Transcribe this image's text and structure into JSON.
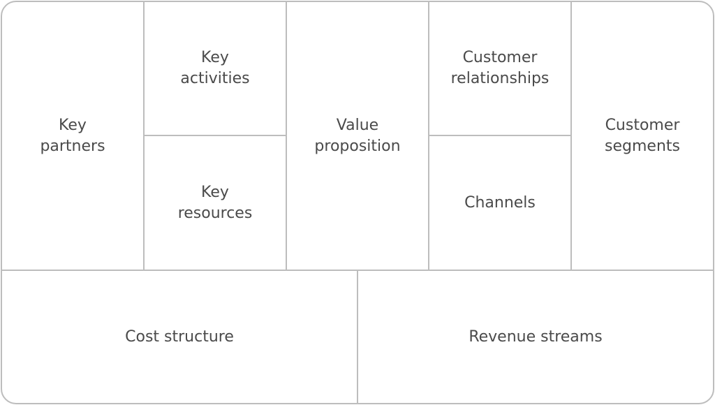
{
  "canvas": {
    "key_partners": "Key\npartners",
    "key_activities": "Key\nactivities",
    "key_resources": "Key\nresources",
    "value_proposition": "Value\nproposition",
    "customer_relationships": "Customer\nrelationships",
    "channels": "Channels",
    "customer_segments": "Customer\nsegments",
    "cost_structure": "Cost structure",
    "revenue_streams": "Revenue streams"
  },
  "colors": {
    "border": "#bdbdbd",
    "text": "#4a4a4a",
    "background": "#ffffff"
  }
}
